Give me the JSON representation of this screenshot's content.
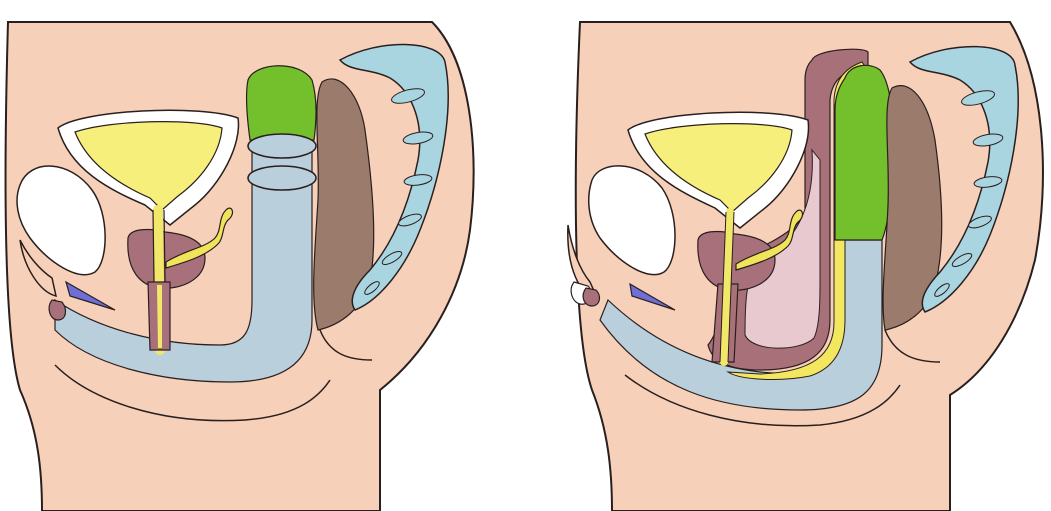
{
  "figure": {
    "panels": [
      {
        "id": "left",
        "variant": "pre-surgery"
      },
      {
        "id": "right",
        "variant": "post-surgery"
      }
    ]
  },
  "colors": {
    "background": "#ffffff",
    "skin": "#f6d0b8",
    "outline": "#2a1f1f",
    "bladder": "#f7ef7c",
    "bladder_wall": "#ffffff",
    "bone": "#ffffff",
    "prostate": "#a8707b",
    "urethra": "#f1e86a",
    "seminal_vesicle": "#f0e45a",
    "graft_green": "#74c02c",
    "neo_vagina_blue": "#b9cfdc",
    "rectum": "#9b7b6c",
    "sacrum": "#a9d5e1",
    "membrane": "#a87078",
    "membrane_inner": "#e8c9cf",
    "lining_yellow": "#f3e760",
    "blade": "#6e6ed4"
  }
}
